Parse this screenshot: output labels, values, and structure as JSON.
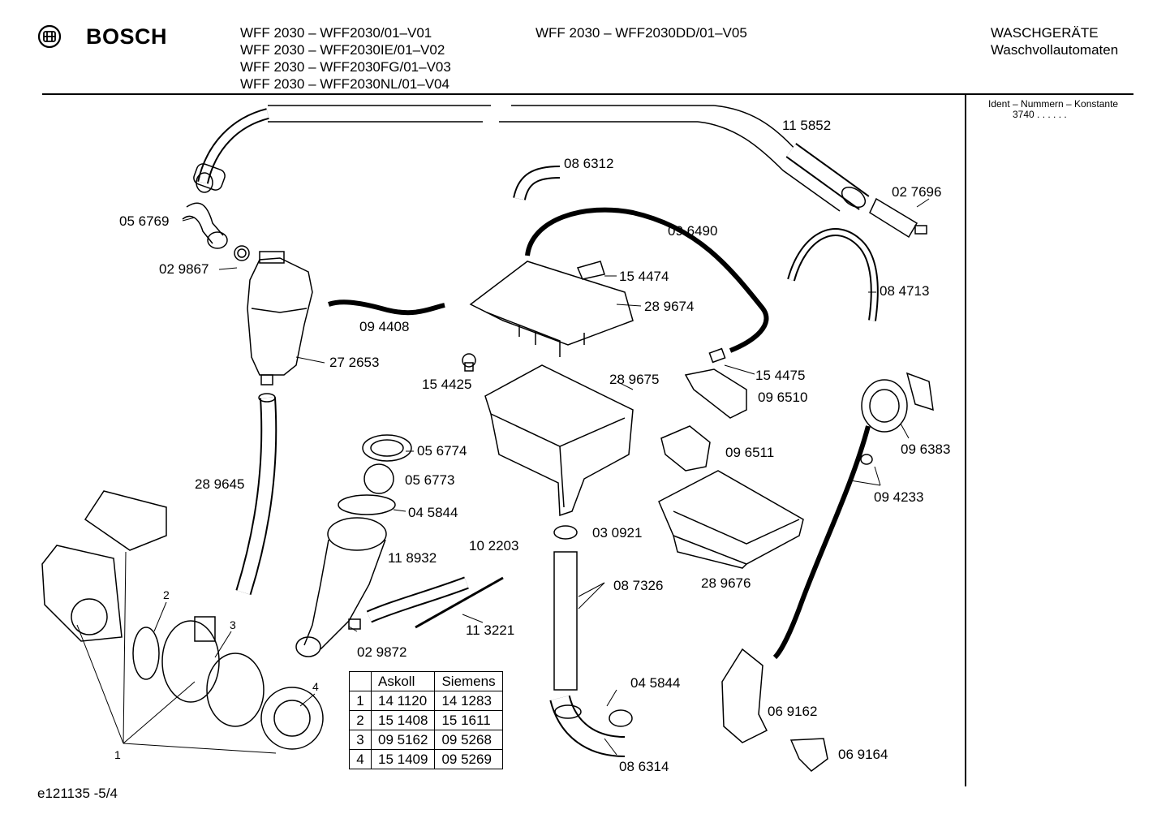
{
  "header": {
    "brand": "BOSCH",
    "models_left": [
      "WFF 2030 – WFF2030/01–V01",
      "WFF 2030 – WFF2030IE/01–V02",
      "WFF 2030 – WFF2030FG/01–V03",
      "WFF 2030 – WFF2030NL/01–V04"
    ],
    "model_right": "WFF 2030 – WFF2030DD/01–V05",
    "category": "WASCHGERÄTE",
    "subcategory": "Waschvollautomaten"
  },
  "ident": {
    "title": "Ident – Nummern – Konstante",
    "value": "3740  . .    . . . ."
  },
  "parts": [
    "11 5852",
    "08 6312",
    "02 7696",
    "05 6769",
    "09 6490",
    "02 9867",
    "15 4474",
    "08 4713",
    "28 9674",
    "09 4408",
    "27 2653",
    "15 4475",
    "15 4425",
    "28 9675",
    "09 6510",
    "09 6383",
    "05 6774",
    "09 6511",
    "28 9645",
    "05 6773",
    "09 4233",
    "04 5844",
    "03 0921",
    "10 2203",
    "11 8932",
    "28 9676",
    "08 7326",
    "11 3221",
    "02 9872",
    "04 5844",
    "06 9162",
    "08 6314",
    "06 9164"
  ],
  "callouts": [
    "1",
    "2",
    "3",
    "4"
  ],
  "table": {
    "headers": [
      "",
      "Askoll",
      "Siemens"
    ],
    "rows": [
      [
        "1",
        "14 1120",
        "14 1283"
      ],
      [
        "2",
        "15 1408",
        "15 1611"
      ],
      [
        "3",
        "09 5162",
        "09 5268"
      ],
      [
        "4",
        "15 1409",
        "09 5269"
      ]
    ]
  },
  "footer": {
    "code": "e121135 -5/4"
  }
}
